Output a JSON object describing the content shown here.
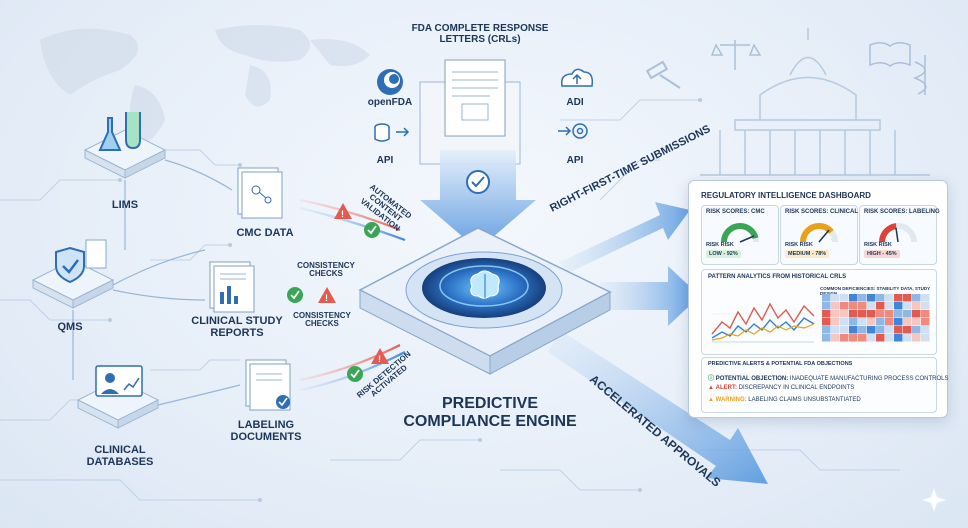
{
  "sources": {
    "lims": "LIMS",
    "qms": "QMS",
    "clinical_databases": "CLINICAL DATABASES"
  },
  "documents": {
    "cmc_data": "CMC DATA",
    "clinical_study_reports": "CLINICAL STUDY REPORTS",
    "labeling_documents": "LABELING DOCUMENTS"
  },
  "checks": {
    "automated_validation": "AUTOMATED CONTENT VALIDATION",
    "consistency_1": "CONSISTENCY CHECKS",
    "consistency_2": "CONSISTENCY CHECKS",
    "risk_detection": "RISK DETECTION ACTIVATED"
  },
  "top": {
    "fda_crls": "FDA COMPLETE RESPONSE LETTERS (CRLs)",
    "openfda": "openFDA",
    "adi": "ADI",
    "api_left": "API",
    "api_right": "API"
  },
  "engine": {
    "title": "PREDICTIVE COMPLIANCE ENGINE"
  },
  "outputs": {
    "right_first_time": "RIGHT-FIRST-TIME SUBMISSIONS",
    "accelerated": "ACCELERATED APPROVALS"
  },
  "dashboard": {
    "title": "REGULATORY INTELLIGENCE DASHBOARD",
    "cards": [
      {
        "title": "RISK SCORES: CMC",
        "risk_label": "RISK RISK",
        "badge": "LOW - 92%",
        "level": 0.92,
        "color": "#3aa655"
      },
      {
        "title": "RISK SCORES: CLINICAL",
        "risk_label": "RISK RISK",
        "badge": "MEDIUM - 78%",
        "level": 0.78,
        "color": "#e8a21a"
      },
      {
        "title": "RISK SCORES: LABELING",
        "risk_label": "RISK RISK",
        "badge": "HIGH - 45%",
        "level": 0.45,
        "color": "#d8443a"
      }
    ],
    "pattern_title": "PATTERN ANALYTICS FROM HISTORICAL CRLs",
    "pattern_subtitle": "COMMON DEFICIENCIES: STABILITY DATA, STUDY DESIGN",
    "alerts_title": "PREDICTIVE ALERTS & POTENTIAL FDA OBJECTIONS",
    "alerts": [
      {
        "label": "POTENTIAL OBJECTION:",
        "message": "INADEQUATE MANUFACTURING PROCESS CONTROLS",
        "color": "#3aa655"
      },
      {
        "label": "ALERT:",
        "message": "DISCREPANCY IN CLINICAL ENDPOINTS",
        "color": "#d8443a"
      },
      {
        "label": "WARNING:",
        "message": "LABELING CLAIMS UNSUBSTANTIATED",
        "color": "#e8a21a"
      }
    ]
  },
  "colors": {
    "accent": "#2f7fd6",
    "navy": "#1d3557",
    "green": "#3aa655",
    "red": "#d8443a",
    "amber": "#e8a21a"
  }
}
